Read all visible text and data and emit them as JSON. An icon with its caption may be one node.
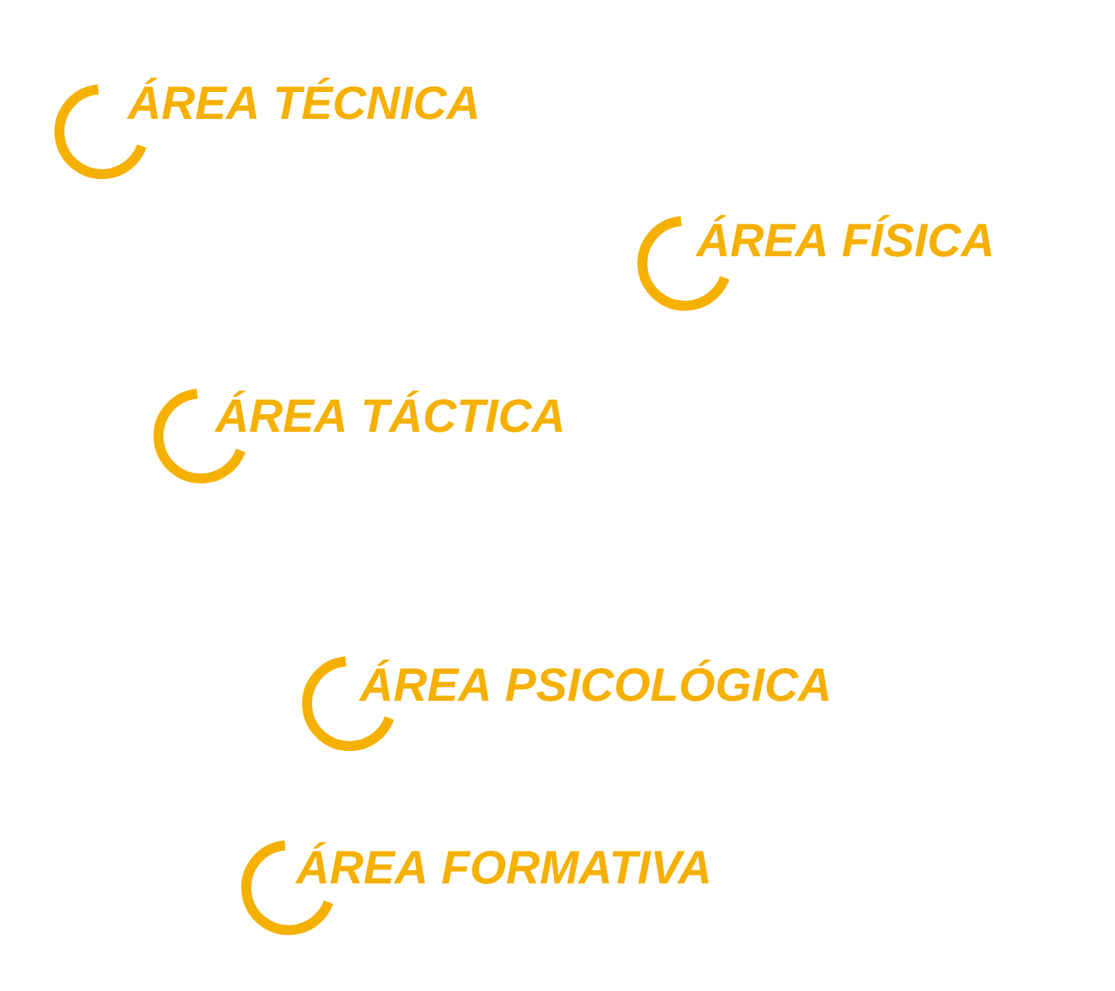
{
  "diagram": {
    "labels": [
      "ÁREA TÉCNICA",
      "ÁREA FÍSICA",
      "ÁREA TÁCTICA",
      "ÁREA PSICOLÓGICA",
      "ÁREA FORMATIVA"
    ]
  }
}
